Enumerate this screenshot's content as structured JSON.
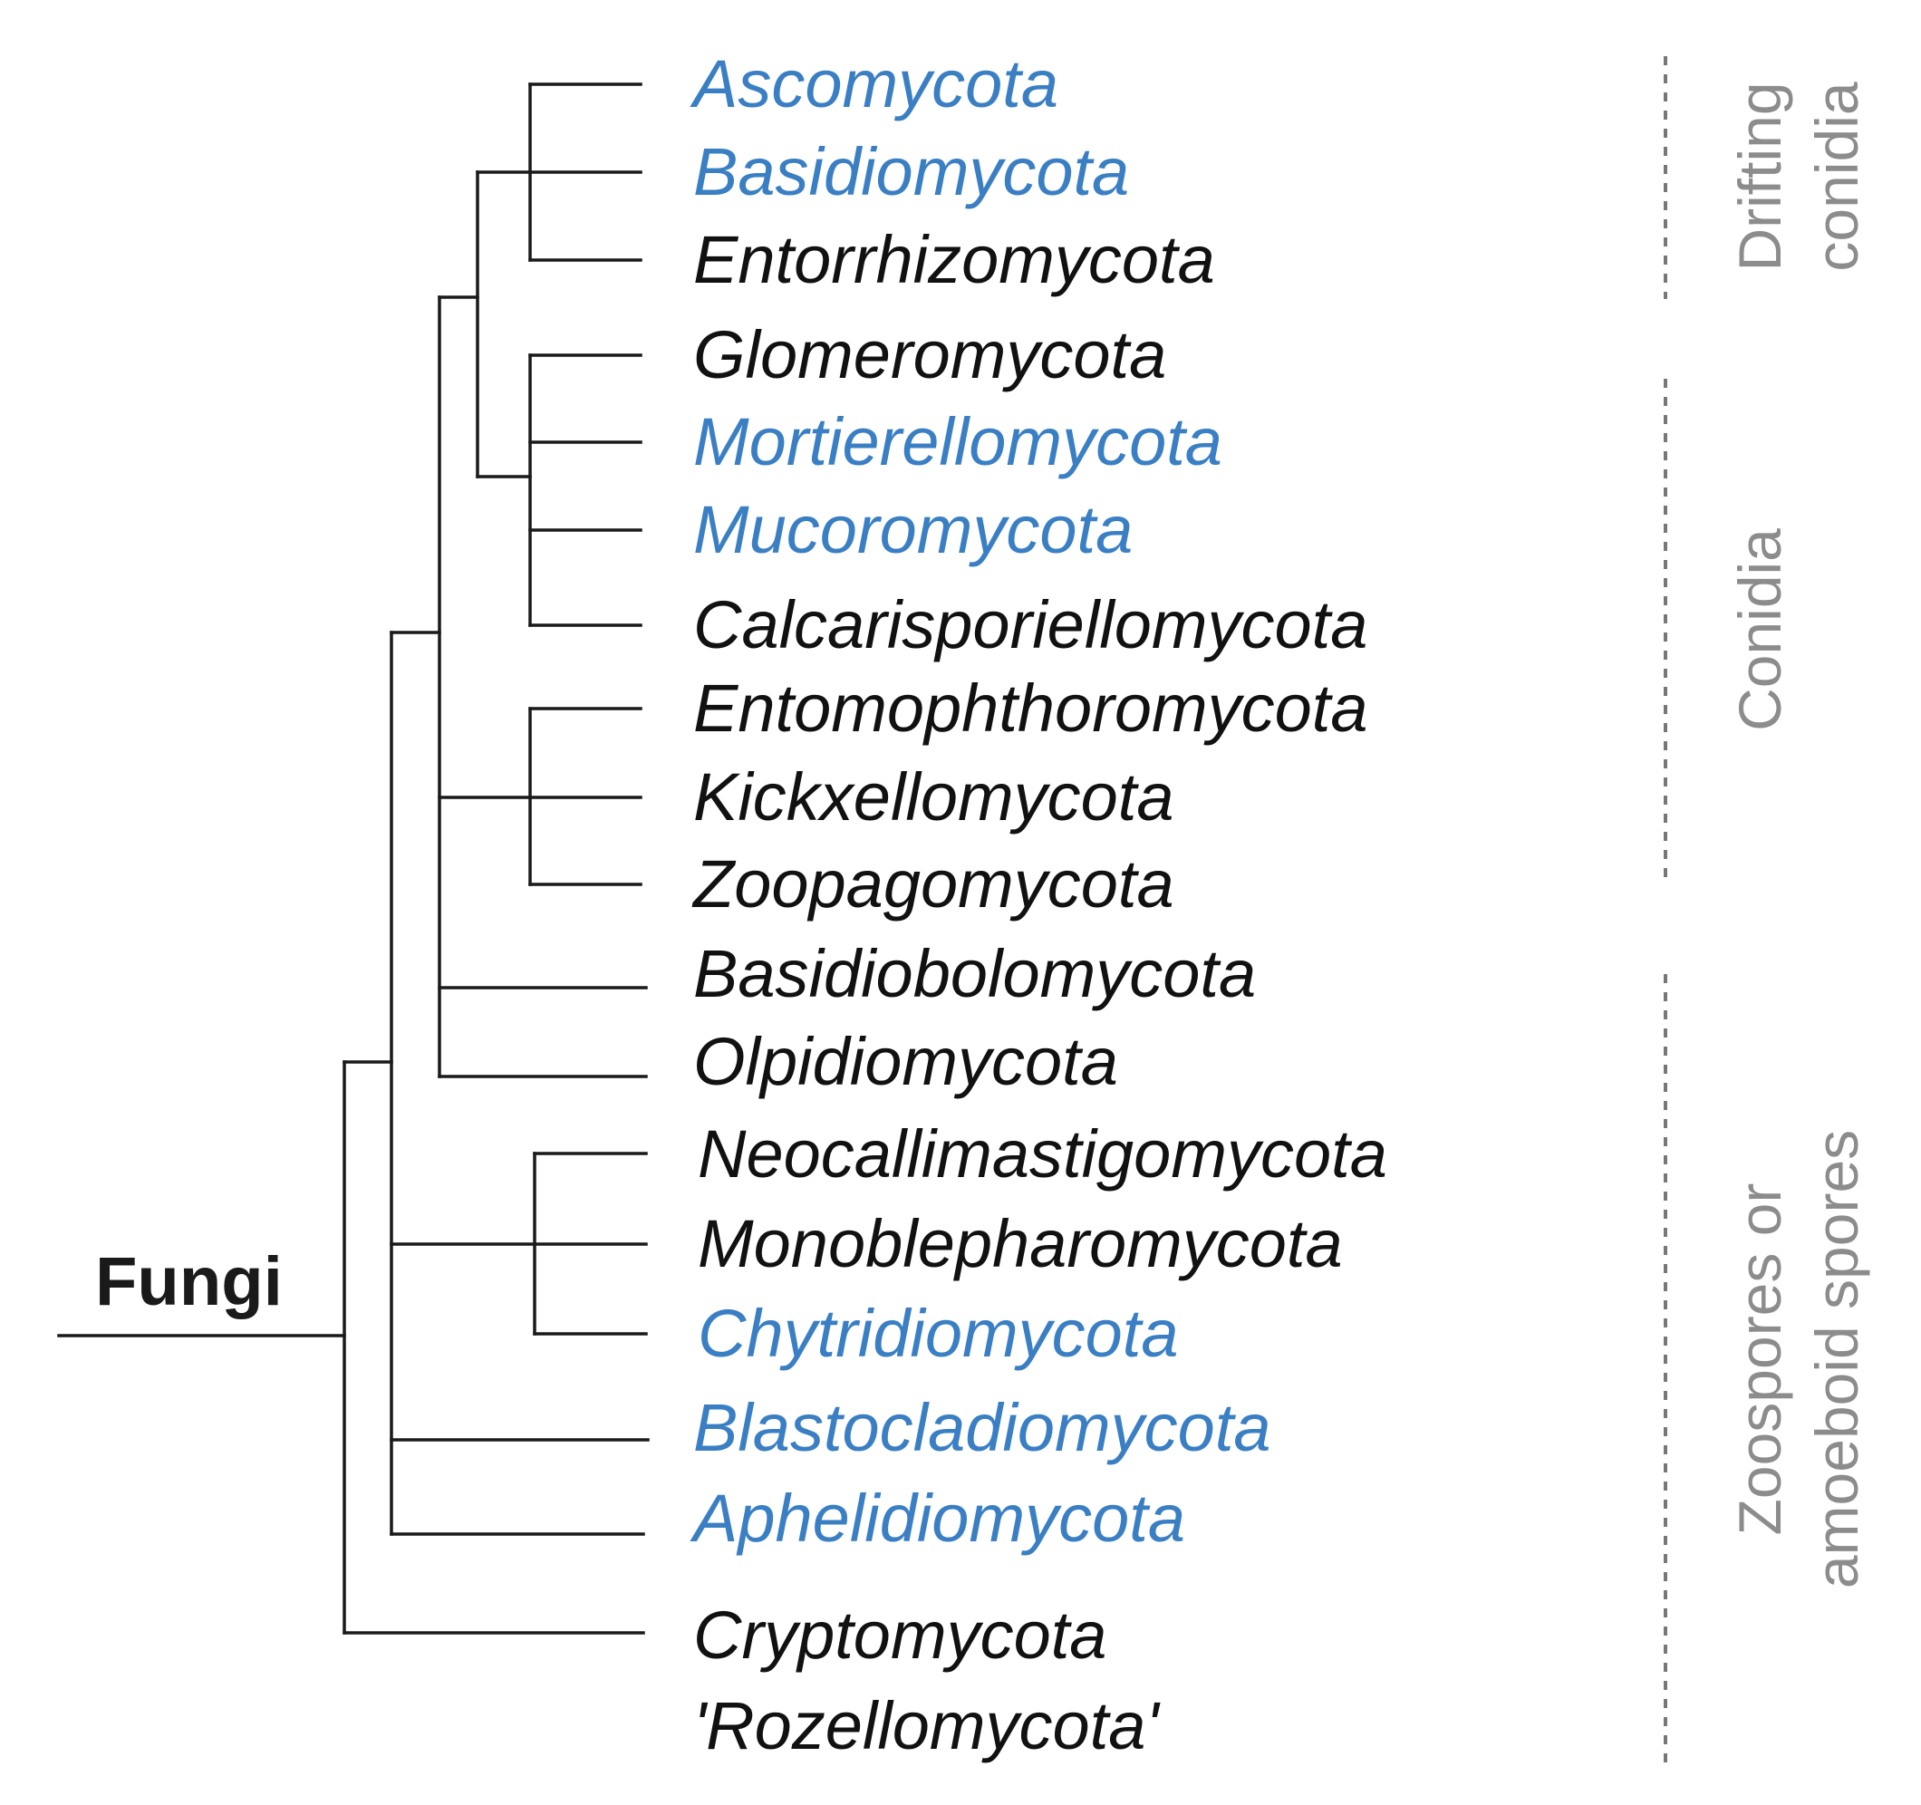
{
  "colors": {
    "highlight": "#3a7fc4",
    "normal": "#111111",
    "branch": "#1a1a1a",
    "group_label": "#8c8c8c",
    "bracket": "#777777"
  },
  "root_label": "Fungi",
  "taxa": [
    {
      "id": "ascomycota",
      "label": "Ascomycota",
      "highlighted": true
    },
    {
      "id": "basidiomycota",
      "label": "Basidiomycota",
      "highlighted": true
    },
    {
      "id": "entorrhizomycota",
      "label": "Entorrhizomycota",
      "highlighted": false
    },
    {
      "id": "glomeromycota",
      "label": "Glomeromycota",
      "highlighted": false
    },
    {
      "id": "mortierellomycota",
      "label": "Mortierellomycota",
      "highlighted": true
    },
    {
      "id": "mucoromycota",
      "label": "Mucoromycota",
      "highlighted": true
    },
    {
      "id": "calcarisporiellomycota",
      "label": "Calcarisporiellomycota",
      "highlighted": false
    },
    {
      "id": "entomophthoromycota",
      "label": "Entomophthoromycota",
      "highlighted": false
    },
    {
      "id": "kickxellomycota",
      "label": "Kickxellomycota",
      "highlighted": false
    },
    {
      "id": "zoopagomycota",
      "label": "Zoopagomycota",
      "highlighted": false
    },
    {
      "id": "basidiobolomycota",
      "label": "Basidiobolomycota",
      "highlighted": false
    },
    {
      "id": "olpidiomycota",
      "label": "Olpidiomycota",
      "highlighted": false
    },
    {
      "id": "neocallimastigomycota",
      "label": "Neocallimastigomycota",
      "highlighted": false
    },
    {
      "id": "monoblepharomycota",
      "label": "Monoblepharomycota",
      "highlighted": false
    },
    {
      "id": "chytridiomycota",
      "label": "Chytridiomycota",
      "highlighted": true
    },
    {
      "id": "blastocladiomycota",
      "label": "Blastocladiomycota",
      "highlighted": true
    },
    {
      "id": "aphelidiomycota",
      "label": "Aphelidiomycota",
      "highlighted": true
    },
    {
      "id": "cryptomycota",
      "label": "Cryptomycota",
      "sublabel": "'Rozellomycota'",
      "highlighted": false
    }
  ],
  "groups": [
    {
      "id": "drifting-conidia",
      "lines": [
        "Drifting",
        "conidia"
      ]
    },
    {
      "id": "conidia",
      "lines": [
        "Conidia"
      ]
    },
    {
      "id": "zoospores",
      "lines": [
        "Zoospores or",
        "amoeboid spores"
      ]
    }
  ]
}
